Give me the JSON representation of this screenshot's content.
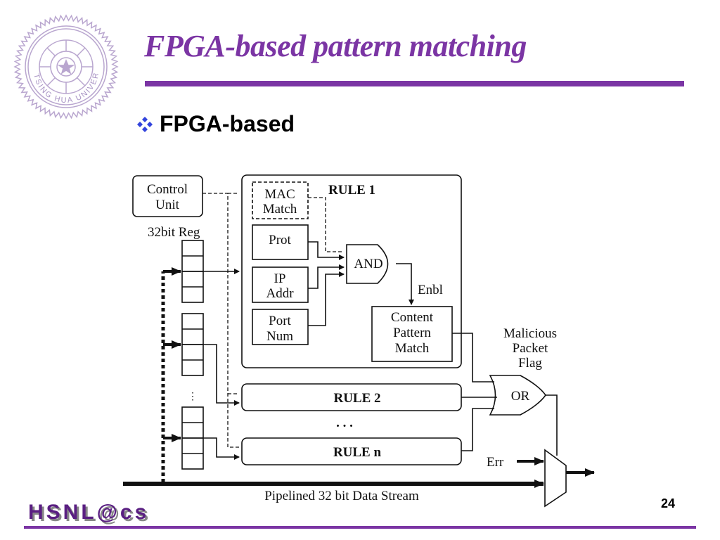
{
  "slide": {
    "title": "FPGA-based pattern matching",
    "bullet": "FPGA-based",
    "page_number": "24",
    "footer_logo": "HSNL@cs",
    "seal_text": "TSING HUA UNIVERSITY",
    "colors": {
      "accent": "#7b35a4",
      "bullet": "#3344dd"
    }
  },
  "diagram": {
    "control_unit": [
      "Control",
      "Unit"
    ],
    "register_label": "32bit Reg",
    "rule1": {
      "title": "RULE 1",
      "mac_match": [
        "MAC",
        "Match"
      ],
      "prot": "Prot",
      "ip_addr": [
        "IP",
        "Addr"
      ],
      "port_num": [
        "Port",
        "Num"
      ],
      "and_gate": "AND",
      "enable": "Enbl",
      "content_match": [
        "Content",
        "Pattern",
        "Match"
      ]
    },
    "rule2": "RULE 2",
    "ellipsis": ". . .",
    "rule_n": "RULE n",
    "or_gate": "OR",
    "malicious_flag": [
      "Malicious",
      "Packet",
      "Flag"
    ],
    "err": "Err",
    "data_stream": "Pipelined 32 bit Data Stream",
    "vertical_ellipsis": "⋮"
  }
}
